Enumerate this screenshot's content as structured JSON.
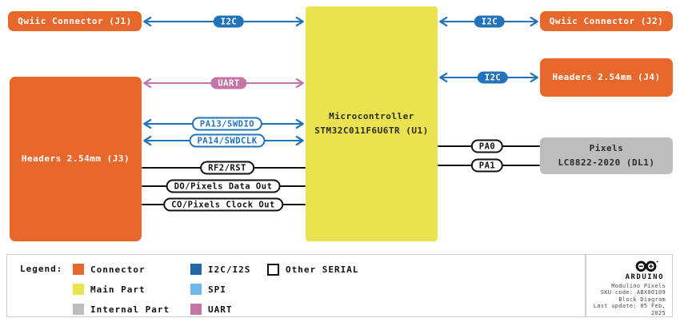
{
  "colors": {
    "connector": "#E8682C",
    "main_part": "#EAE24E",
    "internal_part": "#BDBDBD",
    "i2c_i2s": "#2268A8",
    "spi": "#6CB8E8",
    "uart": "#C575A5",
    "wire": "#111111",
    "link_blue": "#2273BA",
    "link_pink": "#C575A5"
  },
  "blocks": {
    "j1": {
      "label": "Qwiic Connector (J1)"
    },
    "j2": {
      "label": "Qwiic Connector (J2)"
    },
    "j3": {
      "label": "Headers 2.54mm (J3)"
    },
    "j4": {
      "label": "Headers 2.54mm (J4)"
    },
    "mcu": {
      "line1": "Microcontroller",
      "line2": "STM32C011F6U6TR (U1)"
    },
    "pixels": {
      "line1": "Pixels",
      "line2": "LC8822-2020 (DL1)"
    }
  },
  "links": {
    "i2c_left": {
      "label": "I2C"
    },
    "i2c_right_top": {
      "label": "I2C"
    },
    "i2c_right_mid": {
      "label": "I2C"
    },
    "uart": {
      "label": "UART"
    },
    "swdio": {
      "label": "PA13/SWDIO"
    },
    "swdclk": {
      "label": "PA14/SWDCLK"
    },
    "rst": {
      "label": "RF2/RST"
    },
    "pixels_data": {
      "label": "DO/Pixels Data Out"
    },
    "pixels_clock": {
      "label": "CO/Pixels Clock Out"
    },
    "pa0": {
      "label": "PA0"
    },
    "pa1": {
      "label": "PA1"
    }
  },
  "legend": {
    "title": "Legend:",
    "items": [
      {
        "label": "Connector"
      },
      {
        "label": "Main Part"
      },
      {
        "label": "Internal Part"
      },
      {
        "label": "I2C/I2S"
      },
      {
        "label": "SPI"
      },
      {
        "label": "UART"
      },
      {
        "label": "Other SERIAL"
      }
    ]
  },
  "footer": {
    "brand": "ARDUINO",
    "product": "Modulino Pixels",
    "sku": "SKU code: ABX00109",
    "document": "Block Diagram",
    "last_update": "Last update: 05 Feb, 2025"
  }
}
